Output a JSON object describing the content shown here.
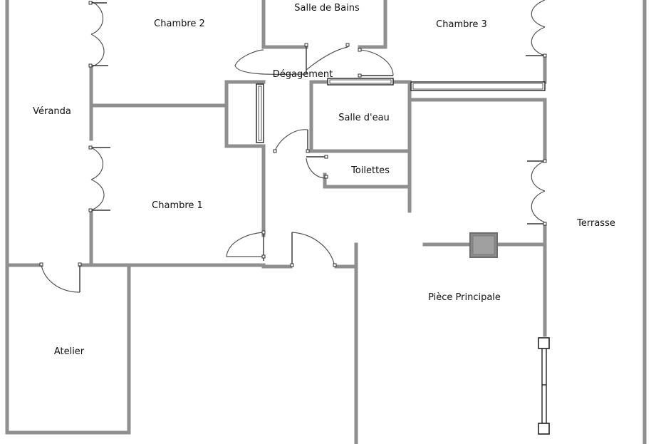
{
  "plan": {
    "rooms": {
      "salle_de_bains": "Salle de Bains",
      "chambre_2": "Chambre 2",
      "chambre_3": "Chambre 3",
      "degagement": "Dégagement",
      "veranda": "Véranda",
      "salle_d_eau": "Salle d'eau",
      "toilettes": "Toilettes",
      "chambre_1": "Chambre 1",
      "terrasse": "Terrasse",
      "piece_principale": "Pièce Principale",
      "atelier": "Atelier"
    },
    "colors": {
      "wall": "#8f8f8f",
      "pillar": "#8a8a8a",
      "background": "#ffffff"
    }
  }
}
